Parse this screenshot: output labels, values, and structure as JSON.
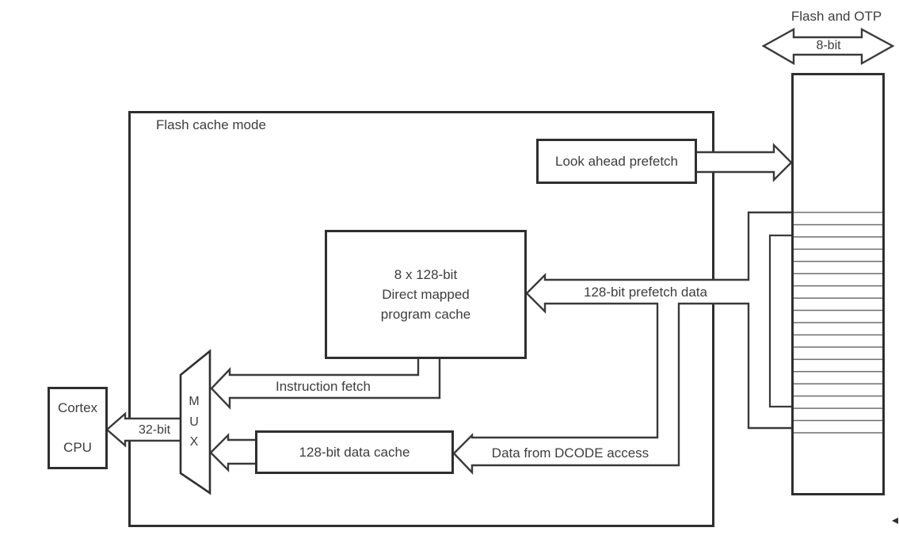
{
  "diagram": {
    "outer_box_label": "Flash cache mode",
    "cpu": {
      "line1": "Cortex",
      "line2": "CPU"
    },
    "mux": {
      "letters": [
        "M",
        "U",
        "X"
      ]
    },
    "program_cache": {
      "line1": "8 x 128-bit",
      "line2": "Direct mapped",
      "line3": "program cache"
    },
    "data_cache": {
      "label": "128-bit data cache"
    },
    "look_ahead": {
      "label": "Look ahead prefetch"
    },
    "flash": {
      "title": "Flash and OTP",
      "bus_width": "8-bit",
      "row_count": 19
    },
    "arrows": {
      "cpu_bus": "32-bit",
      "instruction_fetch": "Instruction fetch",
      "prefetch_data": "128-bit prefetch data",
      "dcode": "Data from DCODE access"
    },
    "colors": {
      "line": "#3a3a3a",
      "box_border": "#2f2f2f",
      "row_line": "#6e6e6e",
      "background": "#ffffff",
      "text": "#3d3d3d"
    }
  }
}
